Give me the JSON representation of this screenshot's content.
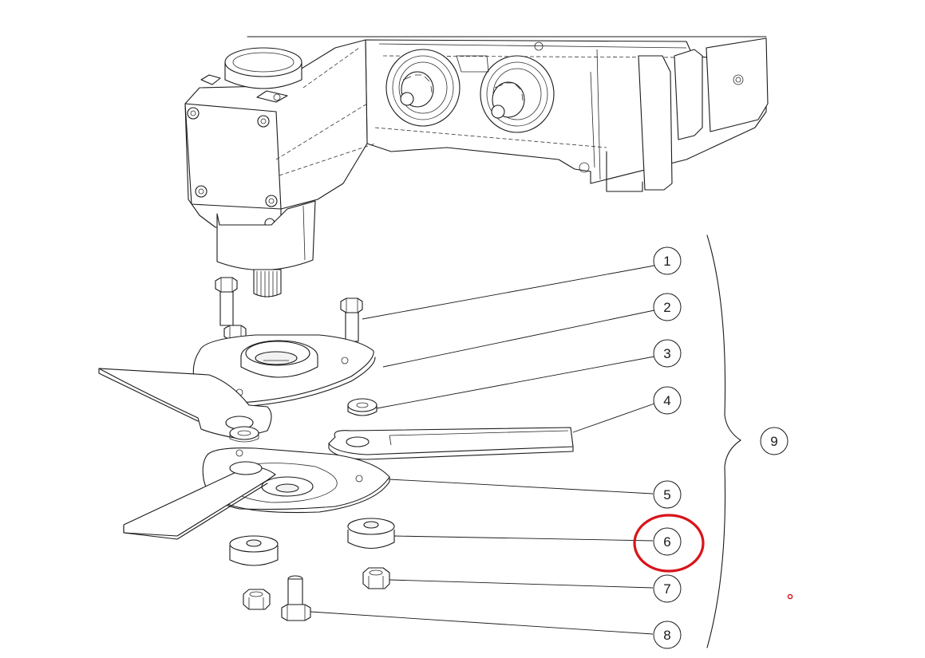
{
  "callouts": {
    "c1": "1",
    "c2": "2",
    "c3": "3",
    "c4": "4",
    "c5": "5",
    "c6": "6",
    "c7": "7",
    "c8": "8",
    "c9": "9"
  },
  "highlight": {
    "target": "6",
    "color": "#d9141b"
  }
}
